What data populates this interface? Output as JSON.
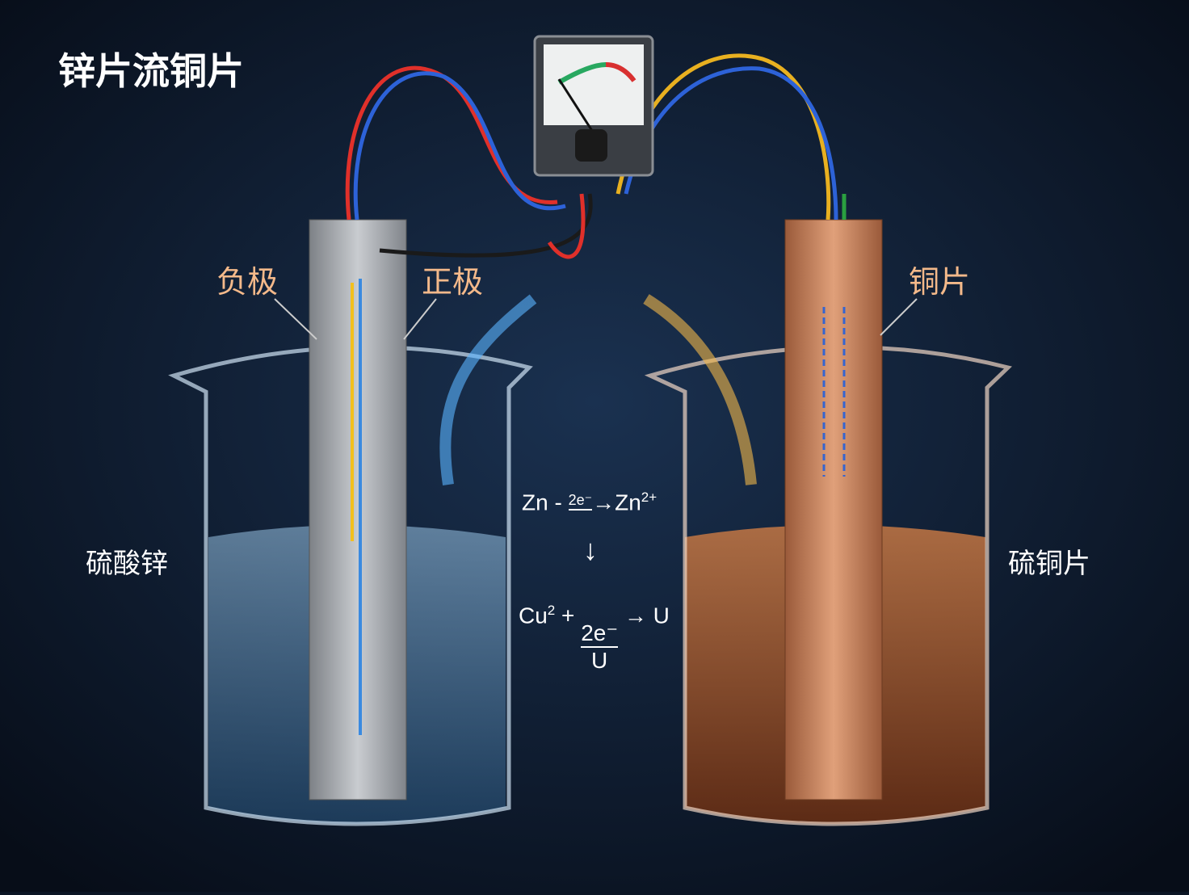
{
  "title": "锌片流铜片",
  "labels": {
    "negative": "负极",
    "positive": "正极",
    "copper_plate": "铜片",
    "left_solution": "硫酸锌",
    "right_solution": "硫铜片"
  },
  "equations": {
    "zn_left": "Zn -",
    "zn_electrons": "2e⁻",
    "zn_right": "Zn",
    "zn_charge": "2+",
    "down_arrow": "↓",
    "cu_left": "Cu",
    "cu_charge": "2",
    "cu_plus": "+",
    "cu_electrons": "2e⁻",
    "cu_under": "U",
    "cu_right": "→ U"
  },
  "colors": {
    "background": "#0b1524",
    "zinc": "#a9adb2",
    "copper": "#c98257",
    "left_liquid": "#7fb6de",
    "right_liquid": "#b0643a",
    "electron_flow_left": "#5ab4ff",
    "electron_flow_right": "#f2b84a"
  },
  "icons": {
    "meter": "galvanometer-icon"
  }
}
